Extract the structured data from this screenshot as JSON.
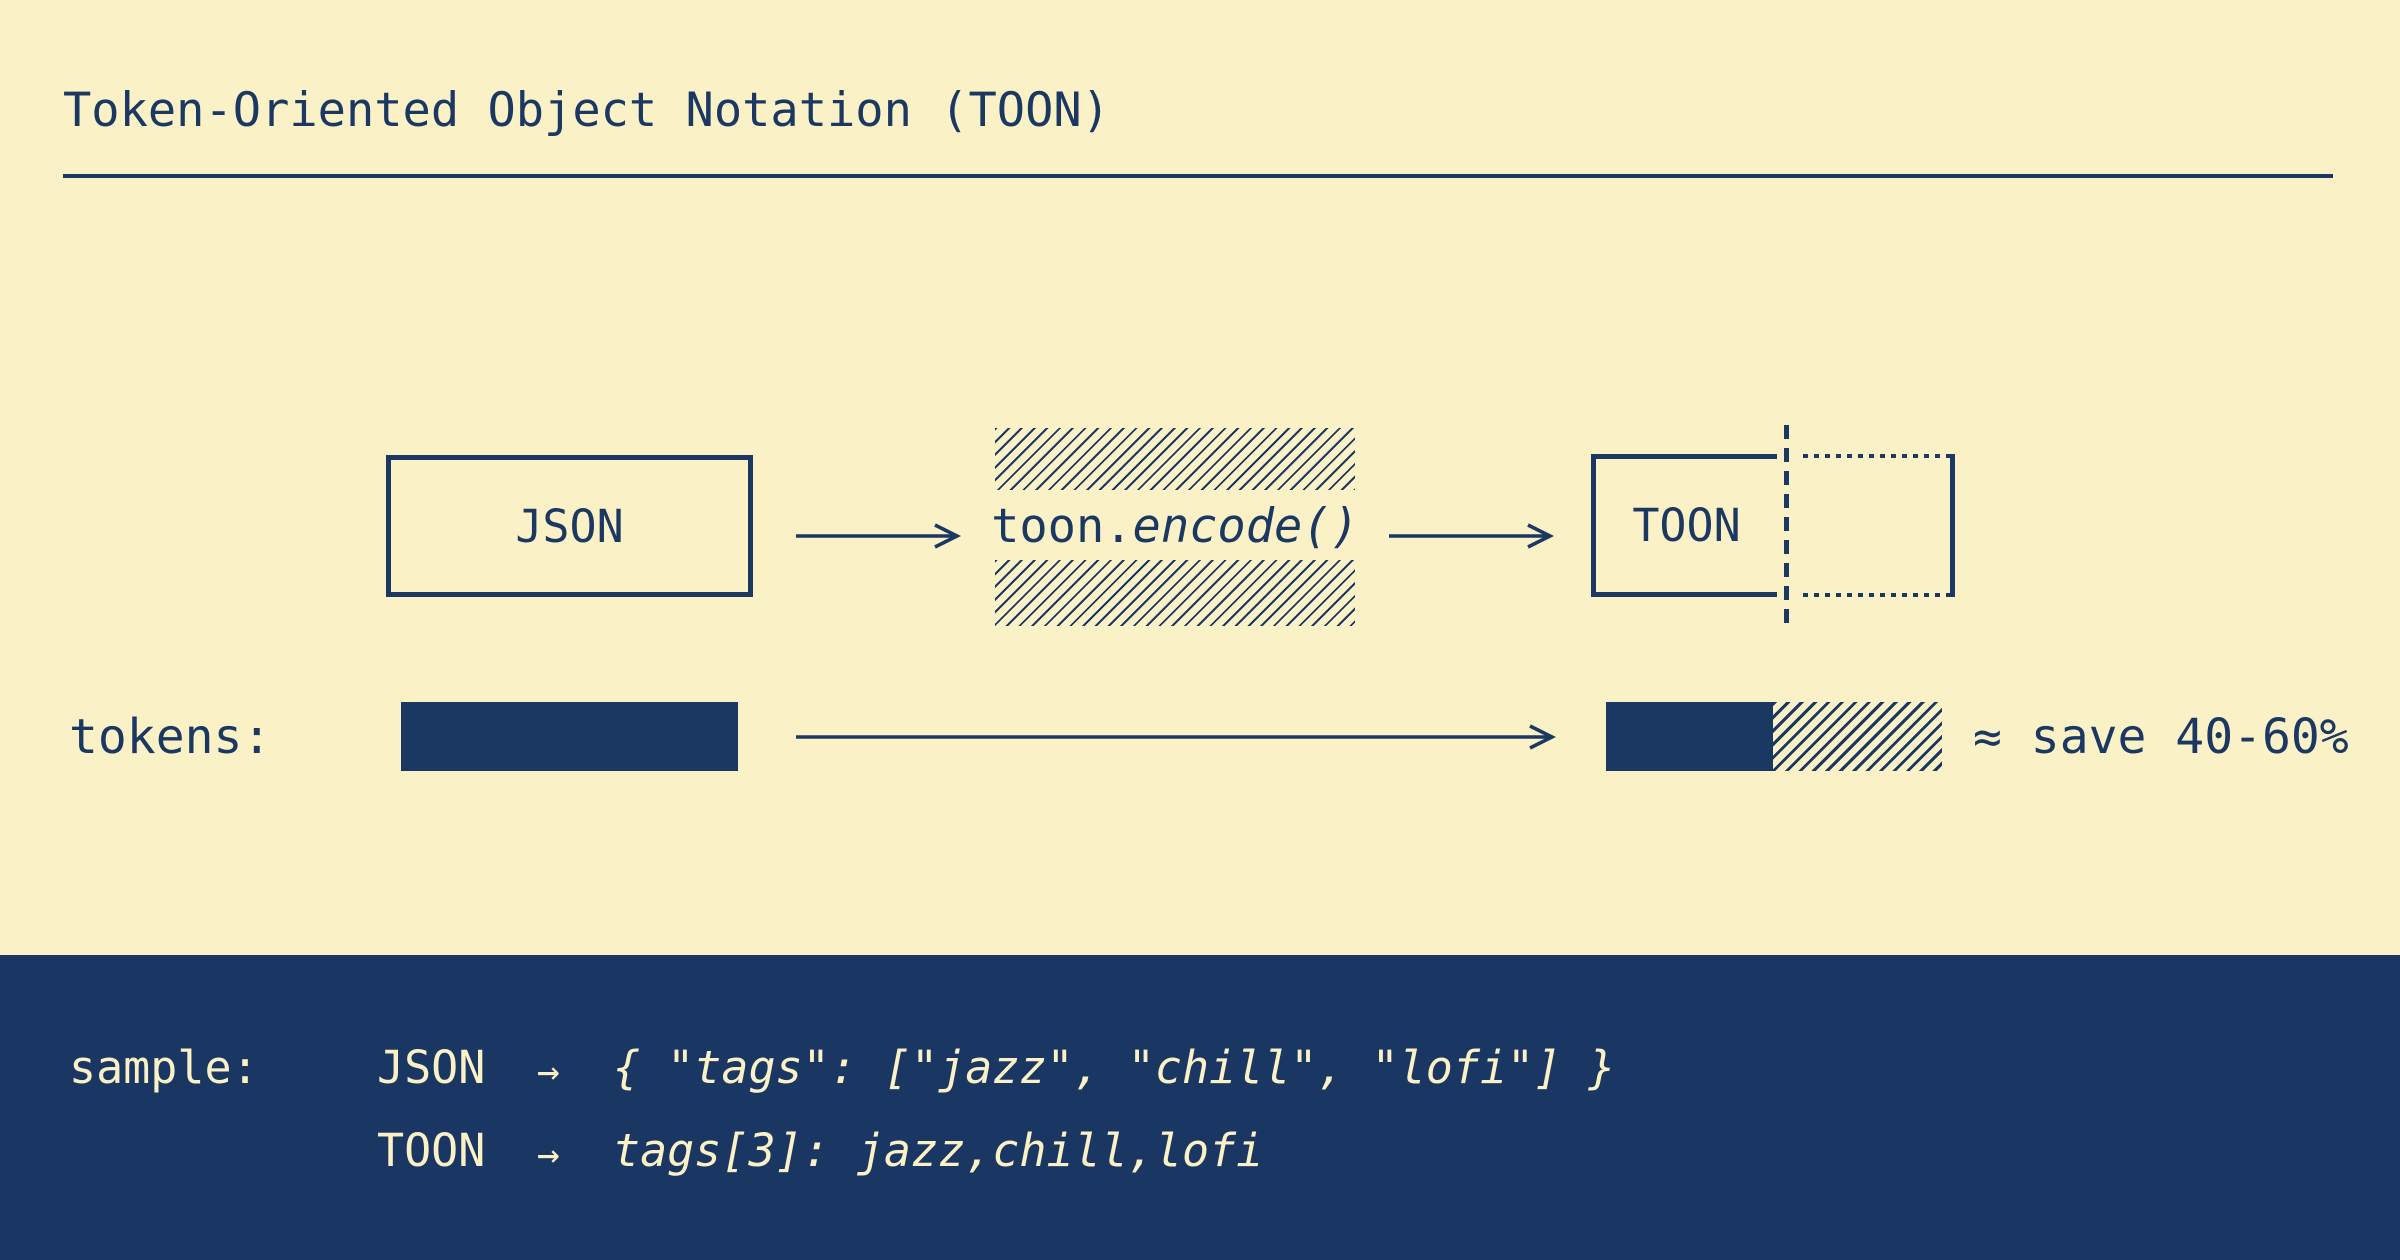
{
  "theme": {
    "background": "#FBF1C6",
    "ink": "#1B3863",
    "panel_background": "#1A3662",
    "panel_text": "#FBF1C6"
  },
  "header": {
    "title": "Token-Oriented Object Notation (TOON)"
  },
  "flow": {
    "input_label": "JSON",
    "encoder_prefix": "toon.",
    "encoder_call": "encode()",
    "output_label": "TOON"
  },
  "tokens": {
    "label": "tokens:",
    "savings": "≈ save 40-60%"
  },
  "sample": {
    "label": "sample:",
    "rows": [
      {
        "format": "JSON",
        "arrow": "→",
        "code": "{ \"tags\": [\"jazz\", \"chill\", \"lofi\"] }"
      },
      {
        "format": "TOON",
        "arrow": "→",
        "code": "tags[3]: jazz,chill,lofi"
      }
    ]
  }
}
